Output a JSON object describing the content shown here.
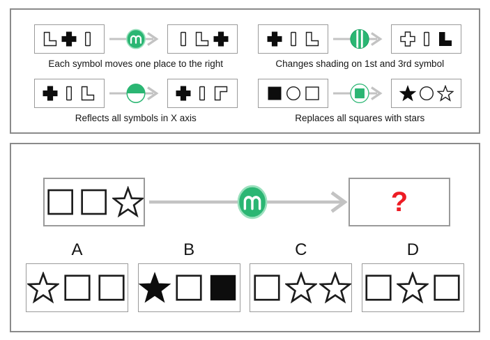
{
  "colors": {
    "green": "#2bb673",
    "green_ring": "#9ae0bd",
    "arrow_gray": "#c3c3c3",
    "box_border": "#9a9a9a",
    "panel_border": "#8a8a8a",
    "symbol_black": "#0d0d0d",
    "question_red": "#ed1c24",
    "text_black": "#151515"
  },
  "rules_panel": {
    "rules": [
      {
        "caption": "Each symbol moves one place to the right",
        "operator": "m-arches",
        "input": [
          "L-outline",
          "plus-filled",
          "bar-outline"
        ],
        "output": [
          "bar-outline",
          "L-outline",
          "plus-filled"
        ]
      },
      {
        "caption": "Changes shading on 1st and 3rd symbol",
        "operator": "vertical-stripes",
        "input": [
          "plus-filled",
          "bar-outline",
          "L-outline"
        ],
        "output": [
          "plus-outline",
          "bar-outline",
          "L-filled"
        ]
      },
      {
        "caption": "Reflects all symbols in X axis",
        "operator": "half-shaded",
        "input": [
          "plus-filled",
          "bar-outline",
          "L-outline"
        ],
        "output": [
          "plus-filled",
          "bar-outline",
          "L-reflected-outline"
        ]
      },
      {
        "caption": "Replaces all squares with stars",
        "operator": "green-square",
        "input": [
          "square-filled",
          "circle-outline",
          "square-outline"
        ],
        "output": [
          "star-filled",
          "circle-outline",
          "star-outline"
        ]
      }
    ]
  },
  "question_panel": {
    "question": {
      "input": [
        "square-outline",
        "square-outline",
        "star-outline"
      ],
      "operator": "m-arches",
      "answer_placeholder": "?"
    },
    "options": [
      {
        "label": "A",
        "symbols": [
          "star-outline",
          "square-outline",
          "square-outline"
        ]
      },
      {
        "label": "B",
        "symbols": [
          "star-filled",
          "square-outline",
          "square-filled"
        ]
      },
      {
        "label": "C",
        "symbols": [
          "square-outline",
          "star-outline",
          "star-outline"
        ]
      },
      {
        "label": "D",
        "symbols": [
          "square-outline",
          "star-outline",
          "square-outline"
        ]
      }
    ]
  }
}
